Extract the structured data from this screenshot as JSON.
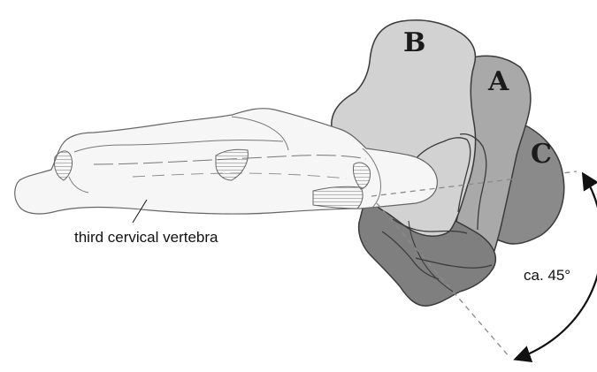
{
  "labels": {
    "vertebra": "third cervical vertebra",
    "region_a": "A",
    "region_b": "B",
    "region_c": "C",
    "angle": "ca. 45°"
  },
  "colors": {
    "bone_outline": "#666666",
    "region_b_fill": "#cfcfcf",
    "region_a_fill": "#a9a9a9",
    "region_c_fill": "#8a8a8a",
    "dashed_line": "#8a8a8a",
    "arc": "#111111"
  }
}
